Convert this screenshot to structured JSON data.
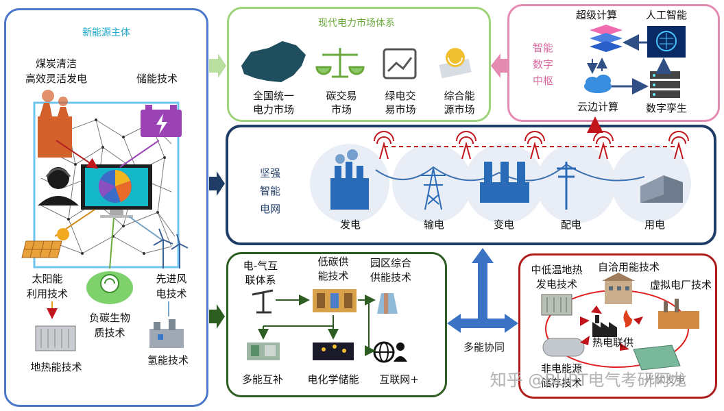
{
  "colors": {
    "left_border": "#4a77c9",
    "market_border": "#9ed37a",
    "hub_border": "#e58ab0",
    "grid_border": "#1f3c66",
    "energy_border": "#2e5d22",
    "multi_border": "#b01c1c",
    "accent_cyan": "#00aacc",
    "accent_pink": "#d86aa0",
    "arrow_blue": "#3b72c4"
  },
  "left": {
    "title": "新能源主体",
    "coal_label": "煤炭清洁\n高效灵活发电",
    "storage_label": "储能技术",
    "solar_label": "太阳能\n利用技术",
    "bio_label": "负碳生物\n质技术",
    "wind_label": "先进风\n电技术",
    "geo_label": "地热能技术",
    "h2_label": "氢能技术"
  },
  "market": {
    "title": "现代电力市场体系",
    "items": [
      {
        "label": "全国统一\n电力市场",
        "icon": "china-map-icon"
      },
      {
        "label": "碳交易\n市场",
        "icon": "balance-scale-icon"
      },
      {
        "label": "绿电交\n易市场",
        "icon": "trend-chart-icon"
      },
      {
        "label": "综合能\n源市场",
        "icon": "money-globe-icon"
      }
    ]
  },
  "hub": {
    "title": "智能\n数字\n中枢",
    "super": "超级计算",
    "ai": "人工智能",
    "cloud": "云边计算",
    "twin": "数字孪生"
  },
  "grid": {
    "title": "坚强\n智能\n电网",
    "stages": [
      "发电",
      "输电",
      "变电",
      "配电",
      "用电"
    ]
  },
  "energy": {
    "e_gas": "电-气互\n联体系",
    "low_carbon": "低碳供\n能技术",
    "park": "园区综合\n供能技术",
    "multi_comp": "多能互补",
    "echem": "电化学储能",
    "internet": "互联网+"
  },
  "synergy": {
    "label": "多能协同"
  },
  "multi": {
    "geo_power": "中低温地热\n发电技术",
    "self_use": "自洽用能技术",
    "vpp": "虚拟电厂技术",
    "chp": "热电联供",
    "non_elec": "非电能源\n储存技术",
    "hidden": "光伏发电"
  },
  "watermark": "知乎 @BUPT电气考研阿龙"
}
